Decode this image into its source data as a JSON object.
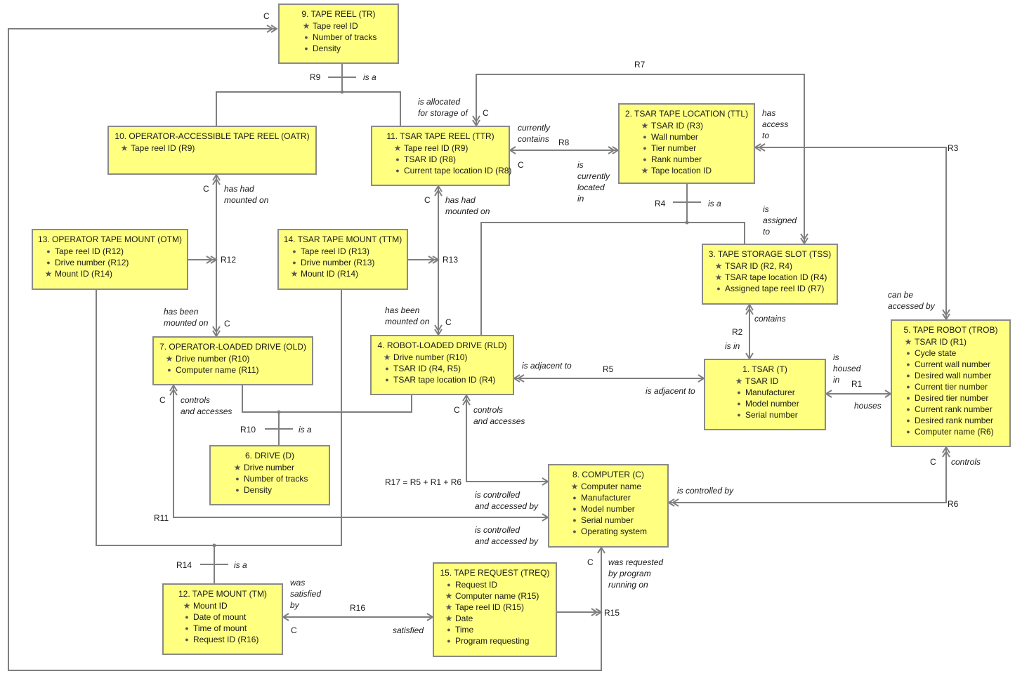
{
  "entities": [
    {
      "id": "e9",
      "title": "9. TAPE REEL (TR)",
      "attrs": [
        [
          "star",
          "Tape reel ID"
        ],
        [
          "dot",
          "Number of tracks"
        ],
        [
          "dot",
          "Density"
        ]
      ]
    },
    {
      "id": "e10",
      "title": "10. OPERATOR-ACCESSIBLE TAPE REEL (OATR)",
      "attrs": [
        [
          "star",
          "Tape reel ID (R9)"
        ]
      ]
    },
    {
      "id": "e11",
      "title": "11. TSAR TAPE REEL (TTR)",
      "attrs": [
        [
          "star",
          "Tape reel ID (R9)"
        ],
        [
          "dot",
          "TSAR ID (R8)"
        ],
        [
          "dot",
          "Current tape location ID (R8)"
        ]
      ]
    },
    {
      "id": "e2",
      "title": "2. TSAR TAPE LOCATION (TTL)",
      "attrs": [
        [
          "star",
          "TSAR ID (R3)"
        ],
        [
          "dot",
          "Wall number"
        ],
        [
          "dot",
          "Tier number"
        ],
        [
          "dot",
          "Rank number"
        ],
        [
          "star",
          "Tape location ID"
        ]
      ]
    },
    {
      "id": "e13",
      "title": "13. OPERATOR TAPE MOUNT (OTM)",
      "attrs": [
        [
          "dot",
          "Tape reel ID (R12)"
        ],
        [
          "dot",
          "Drive number (R12)"
        ],
        [
          "star",
          "Mount ID (R14)"
        ]
      ]
    },
    {
      "id": "e14",
      "title": "14. TSAR TAPE MOUNT (TTM)",
      "attrs": [
        [
          "dot",
          "Tape reel ID (R13)"
        ],
        [
          "dot",
          "Drive number (R13)"
        ],
        [
          "star",
          "Mount ID (R14)"
        ]
      ]
    },
    {
      "id": "e3",
      "title": "3. TAPE STORAGE SLOT (TSS)",
      "attrs": [
        [
          "star",
          "TSAR ID (R2, R4)"
        ],
        [
          "star",
          "TSAR tape location ID (R4)"
        ],
        [
          "dot",
          "Assigned tape reel ID (R7)"
        ]
      ]
    },
    {
      "id": "e7",
      "title": "7. OPERATOR-LOADED DRIVE (OLD)",
      "attrs": [
        [
          "star",
          "Drive number (R10)"
        ],
        [
          "dot",
          "Computer name (R11)"
        ]
      ]
    },
    {
      "id": "e4",
      "title": "4. ROBOT-LOADED DRIVE (RLD)",
      "attrs": [
        [
          "star",
          "Drive number (R10)"
        ],
        [
          "dot",
          "TSAR ID (R4, R5)"
        ],
        [
          "dot",
          "TSAR tape location ID (R4)"
        ]
      ]
    },
    {
      "id": "e1",
      "title": "1. TSAR (T)",
      "attrs": [
        [
          "star",
          "TSAR ID"
        ],
        [
          "dot",
          "Manufacturer"
        ],
        [
          "dot",
          "Model number"
        ],
        [
          "dot",
          "Serial number"
        ]
      ]
    },
    {
      "id": "e5",
      "title": "5. TAPE ROBOT (TROB)",
      "attrs": [
        [
          "star",
          "TSAR ID (R1)"
        ],
        [
          "dot",
          "Cycle state"
        ],
        [
          "dot",
          "Current wall number"
        ],
        [
          "dot",
          "Desired wall number"
        ],
        [
          "dot",
          "Current tier number"
        ],
        [
          "dot",
          "Desired tier number"
        ],
        [
          "dot",
          "Current rank number"
        ],
        [
          "dot",
          "Desired rank number"
        ],
        [
          "dot",
          "Computer name (R6)"
        ]
      ]
    },
    {
      "id": "e6",
      "title": "6. DRIVE (D)",
      "attrs": [
        [
          "star",
          "Drive number"
        ],
        [
          "dot",
          "Number of tracks"
        ],
        [
          "dot",
          "Density"
        ]
      ]
    },
    {
      "id": "e8",
      "title": "8. COMPUTER (C)",
      "attrs": [
        [
          "star",
          "Computer name"
        ],
        [
          "dot",
          "Manufacturer"
        ],
        [
          "dot",
          "Model number"
        ],
        [
          "dot",
          "Serial number"
        ],
        [
          "dot",
          "Operating system"
        ]
      ]
    },
    {
      "id": "e12",
      "title": "12. TAPE MOUNT (TM)",
      "attrs": [
        [
          "star",
          "Mount ID"
        ],
        [
          "dot",
          "Date of mount"
        ],
        [
          "dot",
          "Time of mount"
        ],
        [
          "dot",
          "Request ID (R16)"
        ]
      ]
    },
    {
      "id": "e15",
      "title": "15. TAPE REQUEST (TREQ)",
      "attrs": [
        [
          "dot",
          "Request ID"
        ],
        [
          "star",
          "Computer name (R15)"
        ],
        [
          "star",
          "Tape reel ID (R15)"
        ],
        [
          "star",
          "Date"
        ],
        [
          "dot",
          "Time"
        ],
        [
          "dot",
          "Program requesting"
        ]
      ]
    }
  ],
  "labels": [
    {
      "t": "C"
    },
    {
      "t": "R9"
    },
    {
      "t": "is a",
      "i": 1
    },
    {
      "t": "R7"
    },
    {
      "t": "is allocated\nfor storage of",
      "i": 1
    },
    {
      "t": "C"
    },
    {
      "t": "currently\ncontains",
      "i": 1
    },
    {
      "t": "R8"
    },
    {
      "t": "C"
    },
    {
      "t": "has\naccess\nto",
      "i": 1
    },
    {
      "t": "R3"
    },
    {
      "t": "is\ncurrently\nlocated\nin",
      "i": 1
    },
    {
      "t": "C"
    },
    {
      "t": "has had\nmounted on",
      "i": 1
    },
    {
      "t": "C"
    },
    {
      "t": "has had\nmounted on",
      "i": 1
    },
    {
      "t": "R4"
    },
    {
      "t": "is a",
      "i": 1
    },
    {
      "t": "is\nassigned\nto",
      "i": 1
    },
    {
      "t": "R12"
    },
    {
      "t": "R13"
    },
    {
      "t": "can be\naccessed by",
      "i": 1
    },
    {
      "t": "has been\nmounted on",
      "i": 1
    },
    {
      "t": "C"
    },
    {
      "t": "has been\nmounted on",
      "i": 1
    },
    {
      "t": "C"
    },
    {
      "t": "R2"
    },
    {
      "t": "contains",
      "i": 1
    },
    {
      "t": "is in",
      "i": 1
    },
    {
      "t": "is adjacent to",
      "i": 1
    },
    {
      "t": "R5"
    },
    {
      "t": "is adjacent to",
      "i": 1
    },
    {
      "t": "is\nhoused\nin",
      "i": 1
    },
    {
      "t": "R1"
    },
    {
      "t": "houses",
      "i": 1
    },
    {
      "t": "C"
    },
    {
      "t": "controls\nand accesses",
      "i": 1
    },
    {
      "t": "C"
    },
    {
      "t": "controls\nand accesses",
      "i": 1
    },
    {
      "t": "R10"
    },
    {
      "t": "is a",
      "i": 1
    },
    {
      "t": "C"
    },
    {
      "t": "controls",
      "i": 1
    },
    {
      "t": "R17 = R5 + R1 + R6"
    },
    {
      "t": "is controlled\nand accessed by",
      "i": 1
    },
    {
      "t": "is controlled by",
      "i": 1
    },
    {
      "t": "R6"
    },
    {
      "t": "R11"
    },
    {
      "t": "is controlled\nand accessed by",
      "i": 1
    },
    {
      "t": "R14"
    },
    {
      "t": "is a",
      "i": 1
    },
    {
      "t": "C"
    },
    {
      "t": "was requested\nby program\nrunning on",
      "i": 1
    },
    {
      "t": "was\nsatisfied\nby",
      "i": 1
    },
    {
      "t": "R16"
    },
    {
      "t": "C"
    },
    {
      "t": "satisfied",
      "i": 1
    },
    {
      "t": "R15"
    }
  ]
}
